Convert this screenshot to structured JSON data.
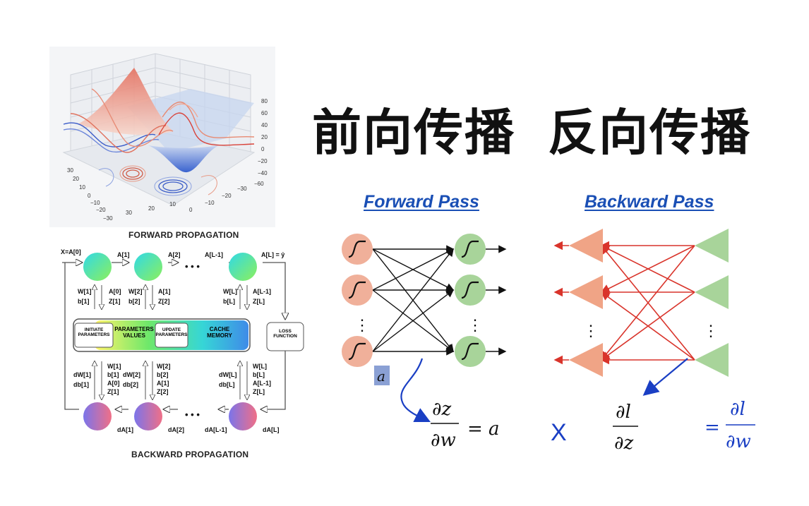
{
  "headline": {
    "part1": "前向传播",
    "part2": "反向传播"
  },
  "forward_caption": "FORWARD PROPAGATION",
  "backward_caption": "BACKWARD PROPAGATION",
  "surface_axes": {
    "z_ticks": [
      "80",
      "60",
      "40",
      "20",
      "0",
      "−20",
      "−40",
      "−60"
    ],
    "y_ticks": [
      "30",
      "20",
      "10",
      "0",
      "−10",
      "−20",
      "−30"
    ],
    "x_ticks": [
      "30",
      "20",
      "10",
      "0",
      "−10",
      "−20",
      "−30"
    ]
  },
  "flow": {
    "input_label": "X=A[0]",
    "top_labels": [
      "A[1]",
      "A[2]",
      "A[L-1]",
      "A[L] = ŷ"
    ],
    "top_params": [
      {
        "left": [
          "W[1]",
          "b[1]"
        ],
        "right": [
          "A[0]",
          "Z[1]"
        ]
      },
      {
        "left": [
          "W[2]",
          "b[2]"
        ],
        "right": [
          "A[1]",
          "Z[2]"
        ]
      },
      {
        "left": [
          "W[L]",
          "b[L]"
        ],
        "right": [
          "A[L-1]",
          "Z[L]"
        ]
      }
    ],
    "box_labels": {
      "initiate": "INITIATE PARAMETERS",
      "params": "PARAMETERS VALUES",
      "update": "UPDATE PARAMETERS",
      "cache": "CACHE MEMORY",
      "loss": "LOSS FUNCTION"
    },
    "bottom_params": [
      {
        "left": [
          "dW[1]",
          "db[1]"
        ],
        "right": [
          "W[1]",
          "b[1]",
          "A[0]",
          "Z[1]"
        ]
      },
      {
        "left": [
          "dW[2]",
          "db[2]"
        ],
        "right": [
          "W[2]",
          "b[2]",
          "A[1]",
          "Z[2]"
        ]
      },
      {
        "left": [
          "dW[L]",
          "db[L]"
        ],
        "right": [
          "W[L]",
          "b[L]",
          "A[L-1]",
          "Z[L]"
        ]
      }
    ],
    "bottom_labels": [
      "dA[1]",
      "dA[2]",
      "dA[L-1]",
      "dA[L]"
    ],
    "dots": "• • •"
  },
  "forward_pass": {
    "title": "Forward Pass",
    "activation_label": "a",
    "vdots": "⋮",
    "formula_num": "∂z",
    "formula_den": "∂w",
    "formula_rhs": "= a"
  },
  "backward_pass": {
    "title": "Backward Pass",
    "vdots": "⋮",
    "times": "X",
    "formula_num": "∂l",
    "formula_den": "∂z",
    "result_eq": "=",
    "result_num": "∂l",
    "result_den": "∂w"
  },
  "colors": {
    "forward_node": "#f0b09a",
    "output_node": "#a8d49a",
    "backward_edge": "#d9342b",
    "blue": "#1a3fc4",
    "title_blue": "#1a4fb5"
  }
}
